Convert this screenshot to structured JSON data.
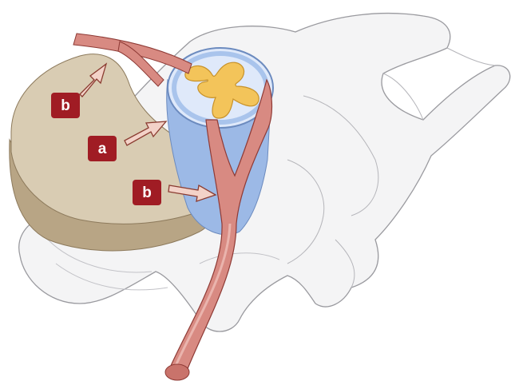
{
  "labels": [
    {
      "id": "b-top",
      "text": "b"
    },
    {
      "id": "a-mid",
      "text": "a"
    },
    {
      "id": "b-bottom",
      "text": "b"
    }
  ],
  "colors": {
    "vertebra_fill": "#f4f4f5",
    "vertebra_stroke": "#9a9a9f",
    "disc_fill": "#d9ccb3",
    "disc_side": "#b8a585",
    "artery_fill": "#d88a82",
    "artery_highlight": "#eab4ad",
    "artery_stroke": "#8e3a35",
    "cord_outer": "#a9c4ec",
    "cord_inner": "#dfe9fa",
    "grey_matter": "#f3c45a",
    "label_box": "#a01c24",
    "arrow_fill": "#f3d2c8",
    "arrow_stroke": "#8a3b30"
  }
}
